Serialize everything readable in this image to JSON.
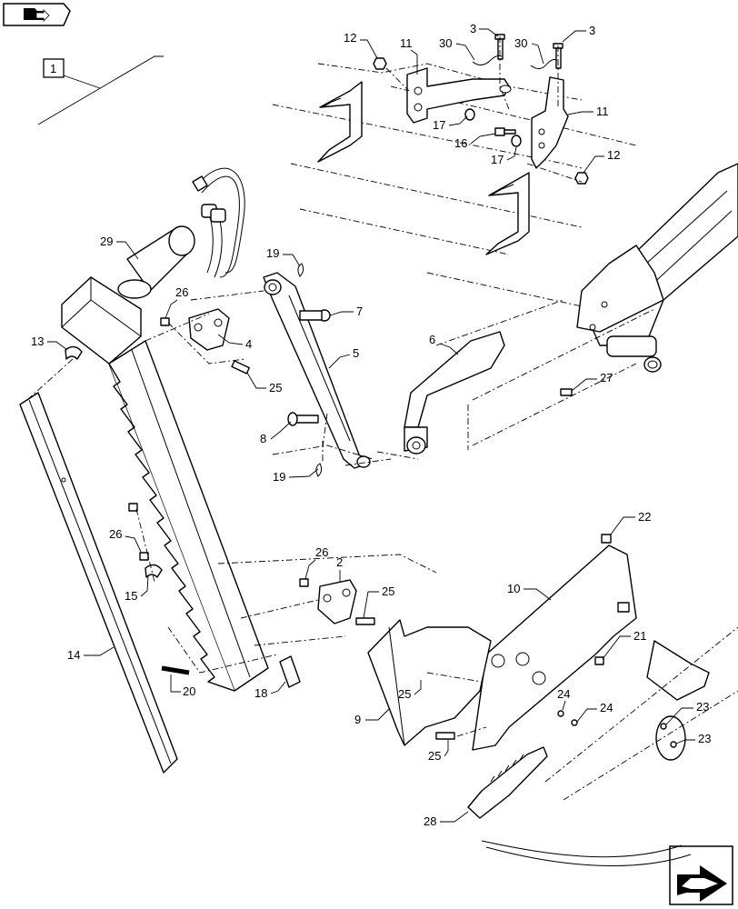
{
  "nav": {
    "prev_icon": "folder-back-icon",
    "next_icon": "next-page-arrow-icon"
  },
  "assembly_box": "1",
  "callouts": [
    {
      "id": "c3a",
      "text": "3"
    },
    {
      "id": "c3b",
      "text": "3"
    },
    {
      "id": "c30a",
      "text": "30"
    },
    {
      "id": "c30b",
      "text": "30"
    },
    {
      "id": "c11a",
      "text": "11"
    },
    {
      "id": "c11b",
      "text": "11"
    },
    {
      "id": "c12a",
      "text": "12"
    },
    {
      "id": "c12b",
      "text": "12"
    },
    {
      "id": "c17a",
      "text": "17"
    },
    {
      "id": "c17b",
      "text": "17"
    },
    {
      "id": "c16",
      "text": "16"
    },
    {
      "id": "c29",
      "text": "29"
    },
    {
      "id": "c19a",
      "text": "19"
    },
    {
      "id": "c19b",
      "text": "19"
    },
    {
      "id": "c26a",
      "text": "26"
    },
    {
      "id": "c26b",
      "text": "26"
    },
    {
      "id": "c26c",
      "text": "26"
    },
    {
      "id": "c7",
      "text": "7"
    },
    {
      "id": "c13",
      "text": "13"
    },
    {
      "id": "c4",
      "text": "4"
    },
    {
      "id": "c5",
      "text": "5"
    },
    {
      "id": "c6",
      "text": "6"
    },
    {
      "id": "c25a",
      "text": "25"
    },
    {
      "id": "c25b",
      "text": "25"
    },
    {
      "id": "c25c",
      "text": "25"
    },
    {
      "id": "c25d",
      "text": "25"
    },
    {
      "id": "c27",
      "text": "27"
    },
    {
      "id": "c8",
      "text": "8"
    },
    {
      "id": "c22",
      "text": "22"
    },
    {
      "id": "c2",
      "text": "2"
    },
    {
      "id": "c15",
      "text": "15"
    },
    {
      "id": "c10",
      "text": "10"
    },
    {
      "id": "c14",
      "text": "14"
    },
    {
      "id": "c20",
      "text": "20"
    },
    {
      "id": "c18",
      "text": "18"
    },
    {
      "id": "c21",
      "text": "21"
    },
    {
      "id": "c24a",
      "text": "24"
    },
    {
      "id": "c24b",
      "text": "24"
    },
    {
      "id": "c23a",
      "text": "23"
    },
    {
      "id": "c23b",
      "text": "23"
    },
    {
      "id": "c9",
      "text": "9"
    },
    {
      "id": "c28",
      "text": "28"
    }
  ]
}
